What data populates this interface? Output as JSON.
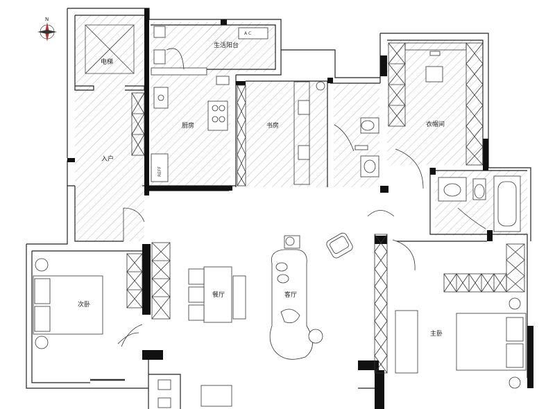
{
  "compass": {
    "north_label": "N"
  },
  "rooms": {
    "elevator": "电梯",
    "balcony": "生活阳台",
    "kitchen": "厨房",
    "entry": "入户",
    "study": "书房",
    "closet": "衣帽间",
    "second_bedroom": "次卧",
    "dining": "餐厅",
    "living": "客厅",
    "master_bedroom": "主卧"
  },
  "fixtures": {
    "fridge": "REFF",
    "laundry_letters": "A C"
  }
}
